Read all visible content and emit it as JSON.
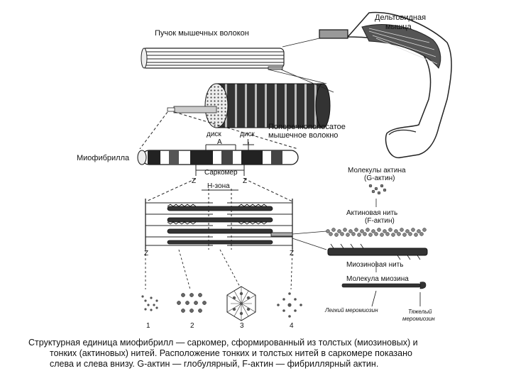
{
  "labels": {
    "fiber_bundle": "Пучок мышечных волокон",
    "deltoid": [
      "Дельтовидная",
      "мышца"
    ],
    "striated_fiber": [
      "Поперечнополосатое",
      "мышечное волокно"
    ],
    "disk_a": [
      "диск",
      "A"
    ],
    "disk_i": [
      "диск",
      "I"
    ],
    "myofibril": "Миофибрилла",
    "sarcomere": "Саркомер",
    "z1": "Z",
    "z2": "Z",
    "z3": "Z",
    "z4": "Z",
    "h_zone": "H-зона",
    "actin_molecules": [
      "Молекулы актина",
      "(G-актин)"
    ],
    "actin_filament": [
      "Актиновая нить",
      "(F-актин)"
    ],
    "myosin_filament": "Миозиновая нить",
    "myosin_molecule": "Молекула миозина",
    "light_meromyosin": "Легкий меромиозин",
    "heavy_meromyosin": [
      "Тяжелый",
      "меромиозин"
    ],
    "section_1": "1",
    "section_2": "2",
    "section_3": "3",
    "section_4": "4"
  },
  "caption": [
    "Структурная единица миофибрилл — саркомер, сформированный из толстых (миозиновых) и",
    "тонких (актиновых) нитей. Расположение тонких и толстых нитей в саркомере показано",
    "слева и слева внизу. G‑актин — глобулярный, F‑актин — фибриллярный актин."
  ]
}
